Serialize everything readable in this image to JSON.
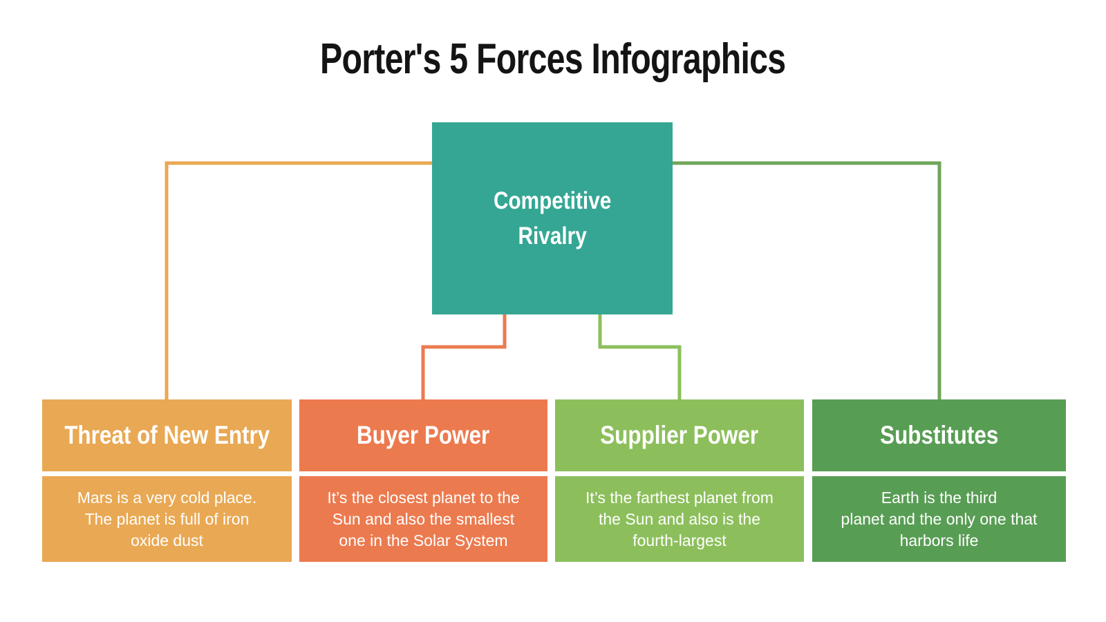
{
  "title": "Porter's 5 Forces Infographics",
  "center": {
    "label": "Competitive\nRivalry"
  },
  "forces": [
    {
      "name": "Threat of New Entry",
      "description": "Mars is a very cold place.\nThe planet is full of iron\noxide dust",
      "color": "#E9A853"
    },
    {
      "name": "Buyer Power",
      "description": "It’s the closest planet to the\nSun and also the smallest\none in the Solar System",
      "color": "#EC7A4F"
    },
    {
      "name": "Supplier Power",
      "description": "It’s the farthest planet from\nthe Sun and also is the\nfourth-largest",
      "color": "#8CBF5C"
    },
    {
      "name": "Substitutes",
      "description": "Earth is the third\nplanet and the only one that\nharbors life",
      "color": "#589D54"
    }
  ],
  "theme": {
    "background": "#FFFFFF",
    "title_color": "#141414",
    "center_box": "#35A694",
    "center_label_color": "#FFFFFF",
    "card_text_color": "#FFFFFF",
    "connector_right": "#6FA65A"
  }
}
